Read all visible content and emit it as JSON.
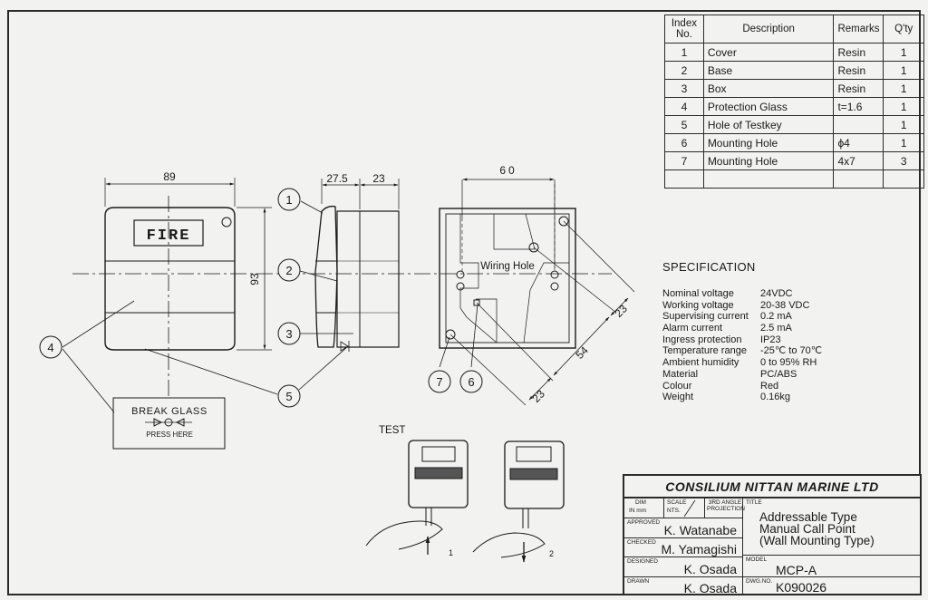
{
  "parts_table": {
    "headers": [
      "Index No.",
      "Description",
      "Remarks",
      "Q'ty"
    ],
    "rows": [
      {
        "index": "1",
        "description": "Cover",
        "remarks": "Resin",
        "qty": "1"
      },
      {
        "index": "2",
        "description": "Base",
        "remarks": "Resin",
        "qty": "1"
      },
      {
        "index": "3",
        "description": "Box",
        "remarks": "Resin",
        "qty": "1"
      },
      {
        "index": "4",
        "description": "Protection Glass",
        "remarks": "t=1.6",
        "qty": "1"
      },
      {
        "index": "5",
        "description": "Hole of Testkey",
        "remarks": "",
        "qty": "1"
      },
      {
        "index": "6",
        "description": "Mounting Hole",
        "remarks": "ϕ4",
        "qty": "1"
      },
      {
        "index": "7",
        "description": "Mounting Hole",
        "remarks": "4x7",
        "qty": "3"
      }
    ]
  },
  "specification": {
    "heading": "SPECIFICATION",
    "items": [
      {
        "label": "Nominal voltage",
        "value": "24VDC"
      },
      {
        "label": "Working voltage",
        "value": "20-38 VDC"
      },
      {
        "label": "Supervising current",
        "value": "0.2 mA"
      },
      {
        "label": "Alarm current",
        "value": "2.5 mA"
      },
      {
        "label": "Ingress protection",
        "value": "IP23"
      },
      {
        "label": "Temperature range",
        "value": "-25℃  to 70℃"
      },
      {
        "label": "Ambient humidity",
        "value": "0 to 95% RH"
      },
      {
        "label": "Material",
        "value": "PC/ABS"
      },
      {
        "label": "Colour",
        "value": "Red"
      },
      {
        "label": "Weight",
        "value": "0.16kg"
      }
    ]
  },
  "drawing": {
    "dims": {
      "width": "89",
      "height": "93",
      "depth_a": "27.5",
      "depth_b": "23",
      "hole_span": "60",
      "diag_a": "23",
      "diag_b": "54",
      "diag_c": "23"
    },
    "front_label": "FIRE",
    "break_glass": {
      "title": "BREAK GLASS",
      "subtitle": "PRESS HERE"
    },
    "wiring_hole": "Wiring Hole",
    "test_label": "TEST",
    "callouts": [
      "1",
      "2",
      "3",
      "4",
      "5",
      "6",
      "7"
    ],
    "test_steps": [
      "1",
      "2"
    ]
  },
  "title_block": {
    "company": "CONSILIUM NITTAN MARINE LTD",
    "dim_label": "DIM",
    "dim_unit": "IN  mm",
    "scale_label": "SCALE",
    "scale_value": "NTS.",
    "projection_label": "3RD ANGLE PROJECTION",
    "title_label": "TITLE",
    "title_lines": [
      "Addressable Type",
      "Manual Call Point",
      "(Wall Mounting Type)"
    ],
    "approved_label": "APPROVED",
    "approved": "K. Watanabe",
    "checked_label": "CHECKED",
    "checked": "M. Yamagishi",
    "designed_label": "DESIGNED",
    "designed": "K. Osada",
    "drawn_label": "DRAWN",
    "drawn": "K. Osada",
    "model_label": "MODEL",
    "model": "MCP-A",
    "dwg_label": "DWG.NO.",
    "dwg_no": "K090026"
  }
}
